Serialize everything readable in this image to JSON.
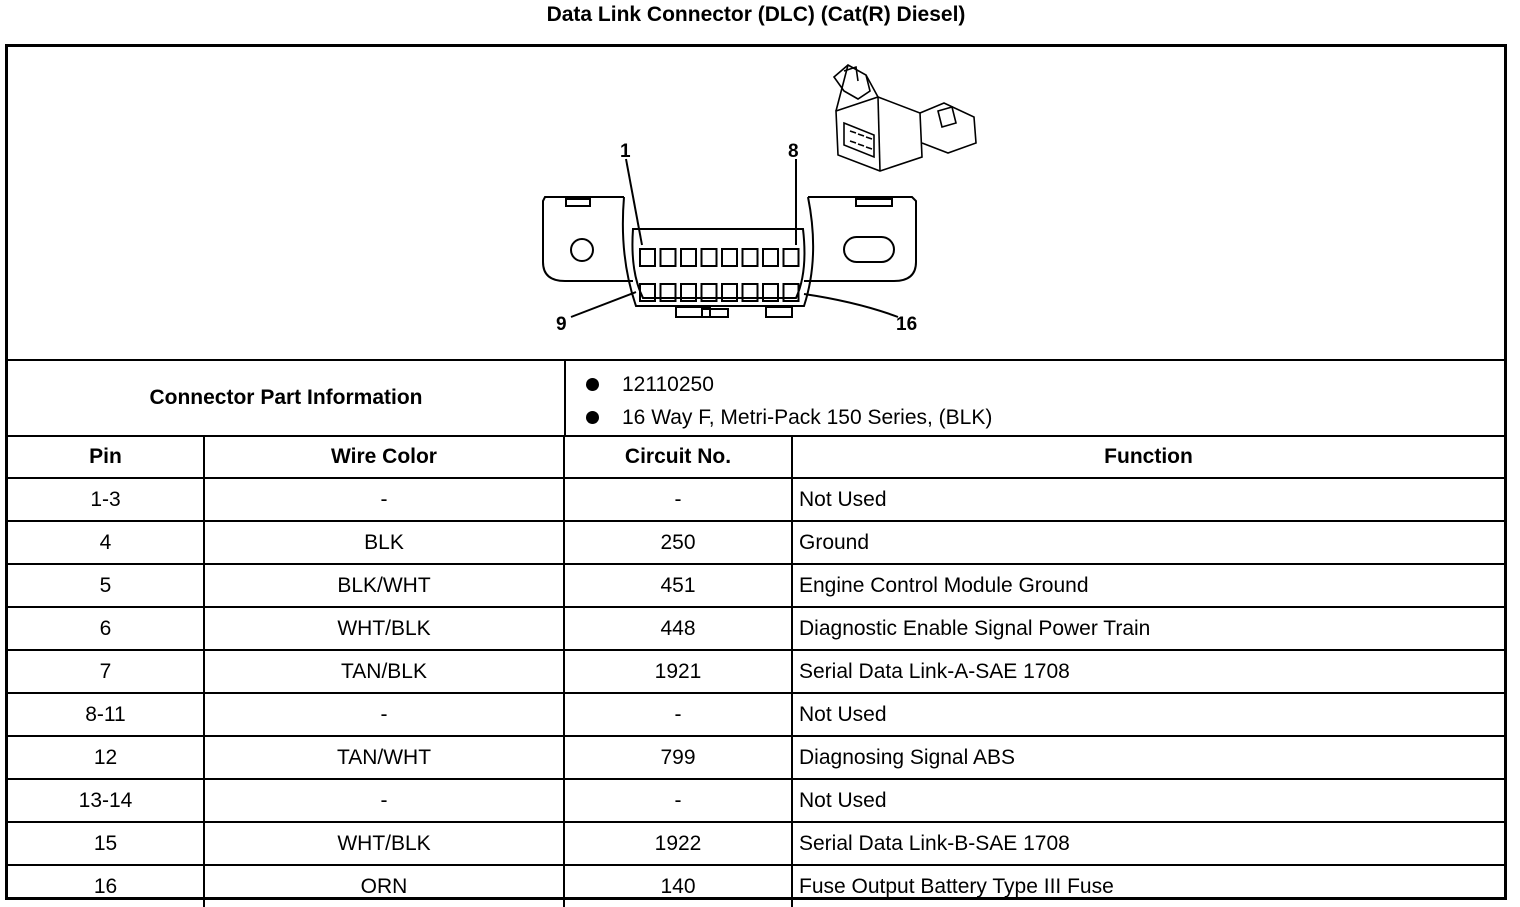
{
  "title": "Data Link Connector (DLC) (Cat(R) Diesel)",
  "figure": {
    "pin_callouts": {
      "top_left": "1",
      "top_right": "8",
      "bottom_left": "9",
      "bottom_right": "16"
    }
  },
  "connector_part_info": {
    "label": "Connector Part Information",
    "items": [
      "12110250",
      "16 Way F, Metri-Pack 150 Series, (BLK)"
    ]
  },
  "table": {
    "headers": {
      "pin": "Pin",
      "wire_color": "Wire Color",
      "circuit": "Circuit No.",
      "function": "Function"
    },
    "rows": [
      {
        "pin": "1-3",
        "wire": "-",
        "circuit": "-",
        "function": "Not Used"
      },
      {
        "pin": "4",
        "wire": "BLK",
        "circuit": "250",
        "function": "Ground"
      },
      {
        "pin": "5",
        "wire": "BLK/WHT",
        "circuit": "451",
        "function": "Engine Control Module Ground"
      },
      {
        "pin": "6",
        "wire": "WHT/BLK",
        "circuit": "448",
        "function": "Diagnostic Enable Signal Power Train"
      },
      {
        "pin": "7",
        "wire": "TAN/BLK",
        "circuit": "1921",
        "function": "Serial Data Link-A-SAE 1708"
      },
      {
        "pin": "8-11",
        "wire": "-",
        "circuit": "-",
        "function": "Not Used"
      },
      {
        "pin": "12",
        "wire": "TAN/WHT",
        "circuit": "799",
        "function": "Diagnosing Signal ABS"
      },
      {
        "pin": "13-14",
        "wire": "-",
        "circuit": "-",
        "function": "Not Used"
      },
      {
        "pin": "15",
        "wire": "WHT/BLK",
        "circuit": "1922",
        "function": "Serial Data Link-B-SAE 1708"
      },
      {
        "pin": "16",
        "wire": "ORN",
        "circuit": "140",
        "function": "Fuse Output Battery Type III Fuse"
      }
    ]
  }
}
